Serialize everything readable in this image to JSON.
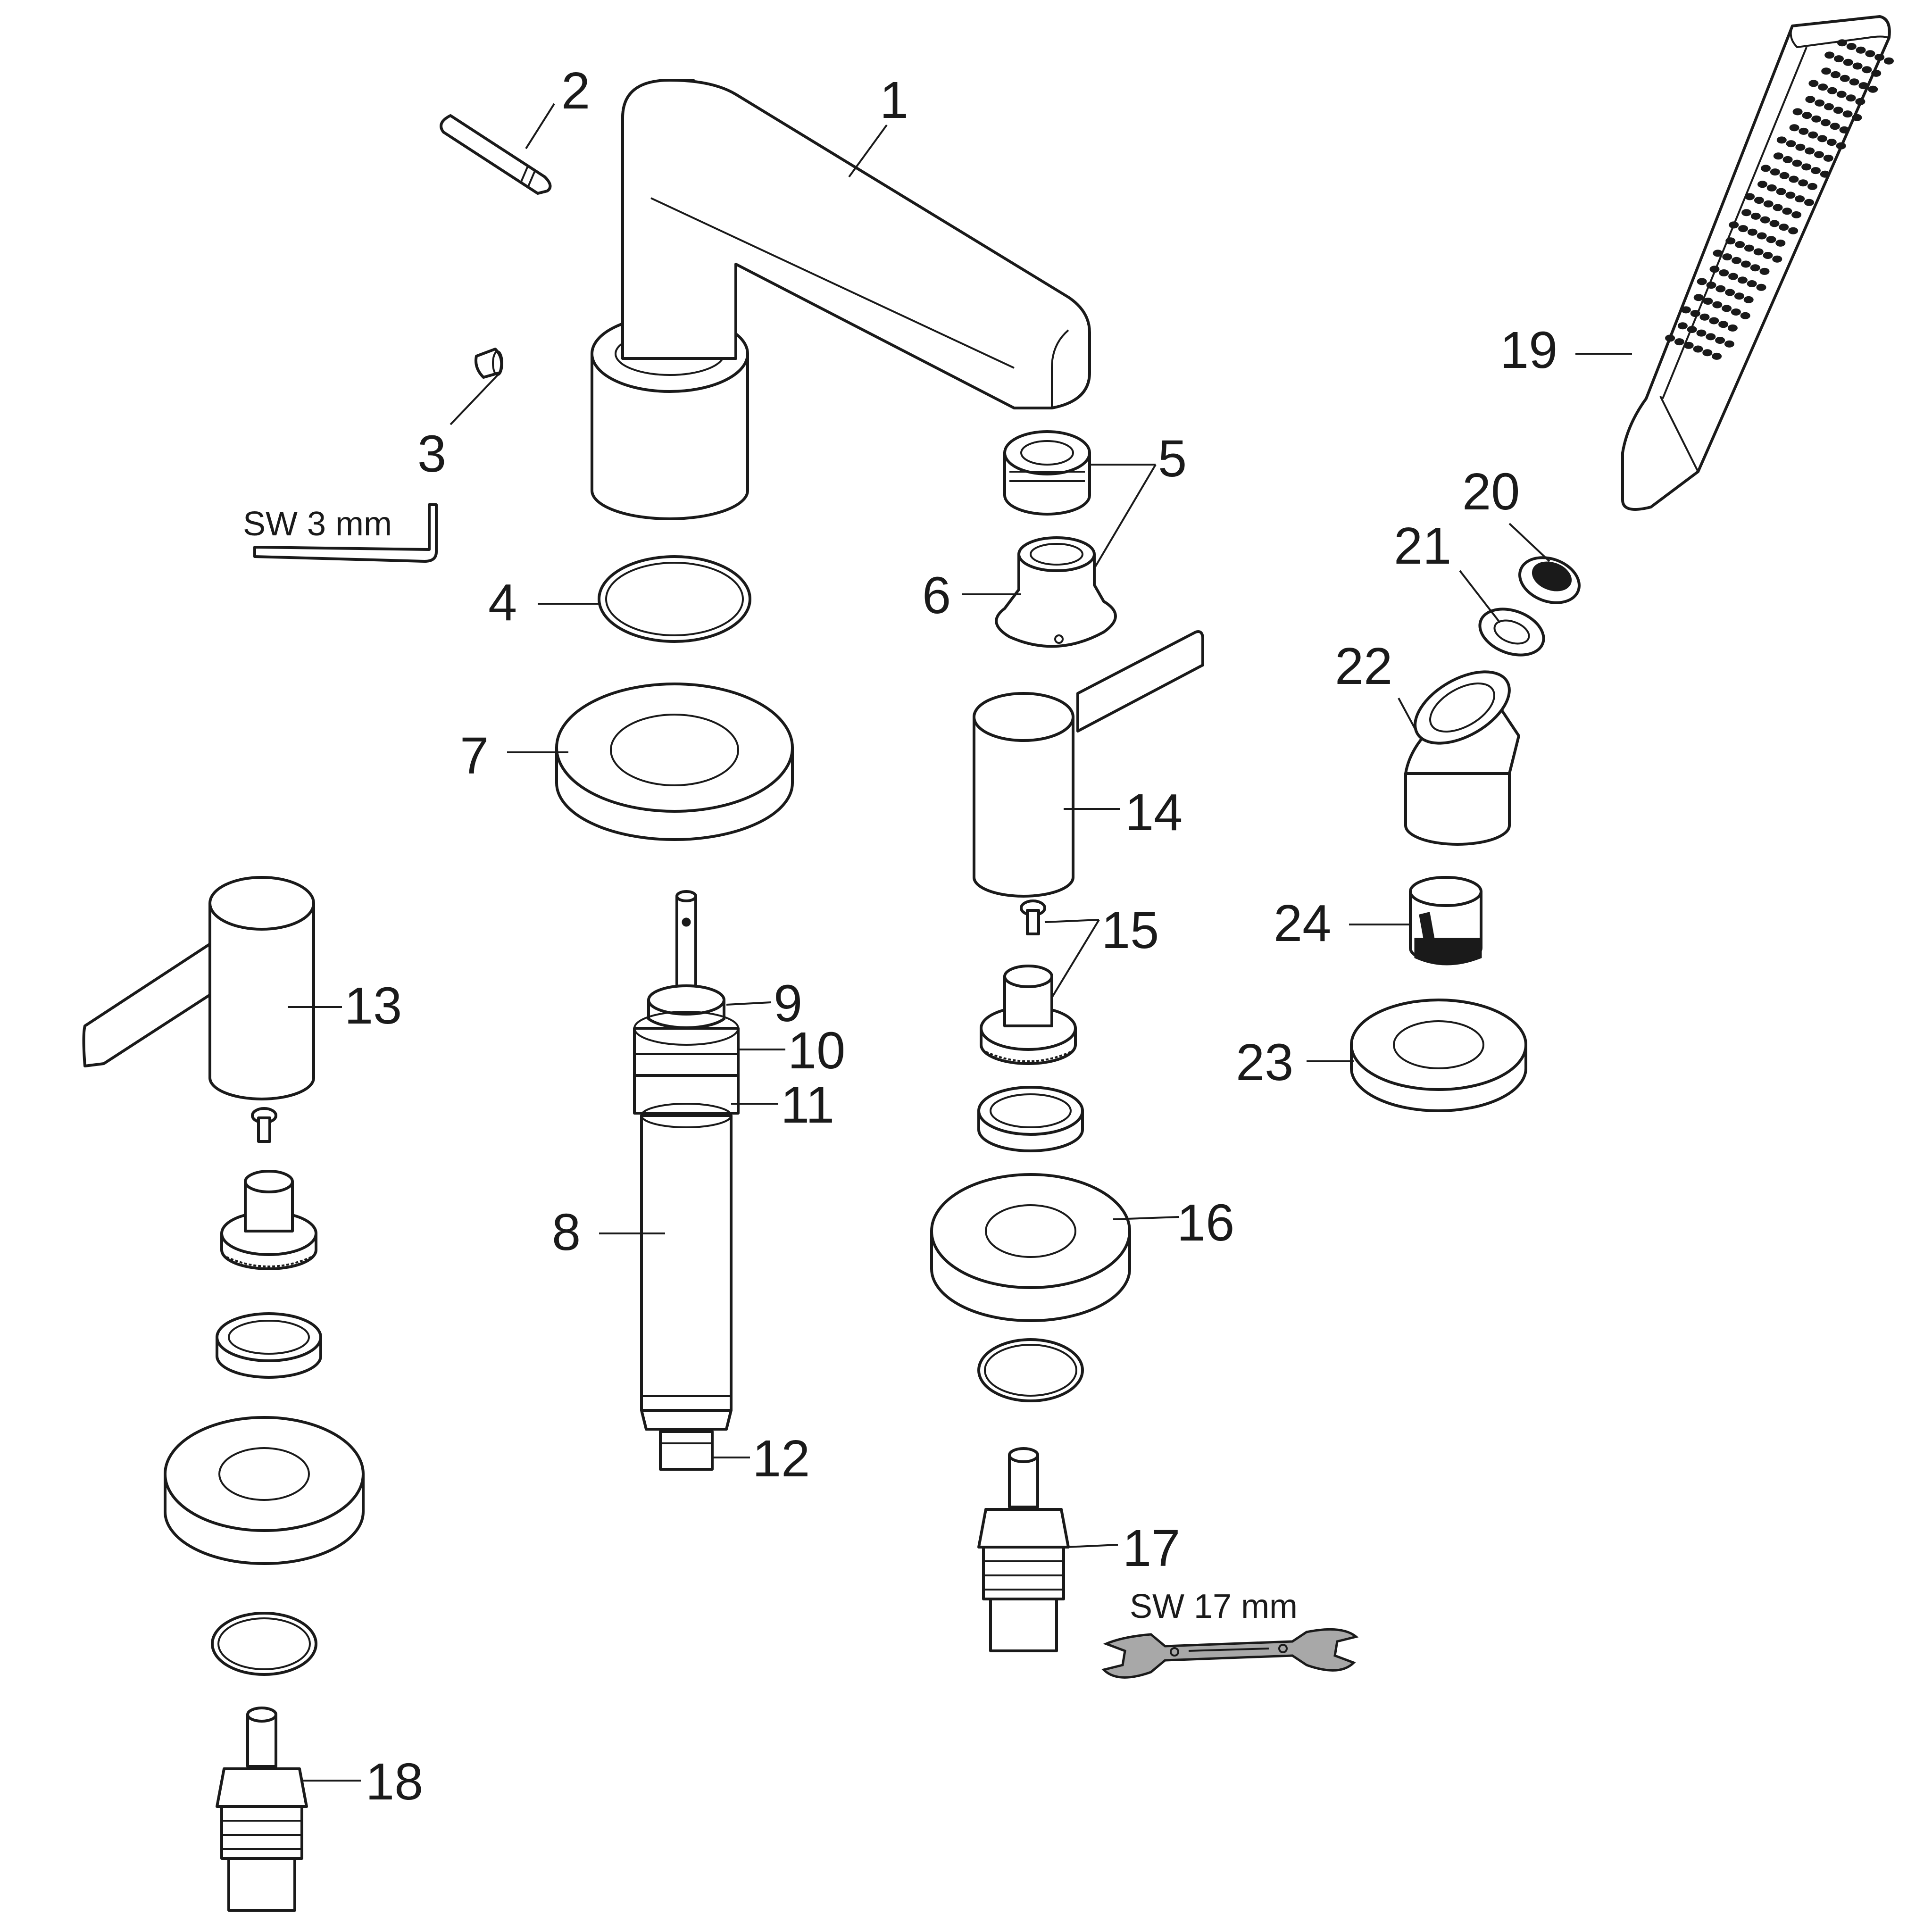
{
  "callouts": [
    "1",
    "2",
    "3",
    "4",
    "5",
    "6",
    "7",
    "8",
    "9",
    "10",
    "11",
    "12",
    "13",
    "14",
    "15",
    "16",
    "17",
    "18",
    "19",
    "20",
    "21",
    "22",
    "23",
    "24"
  ],
  "tools": {
    "hex_key": "SW 3 mm",
    "wrench": "SW 17 mm"
  },
  "icons": {
    "hex_key": "allen-key-icon",
    "wrench": "open-end-wrench-icon"
  }
}
